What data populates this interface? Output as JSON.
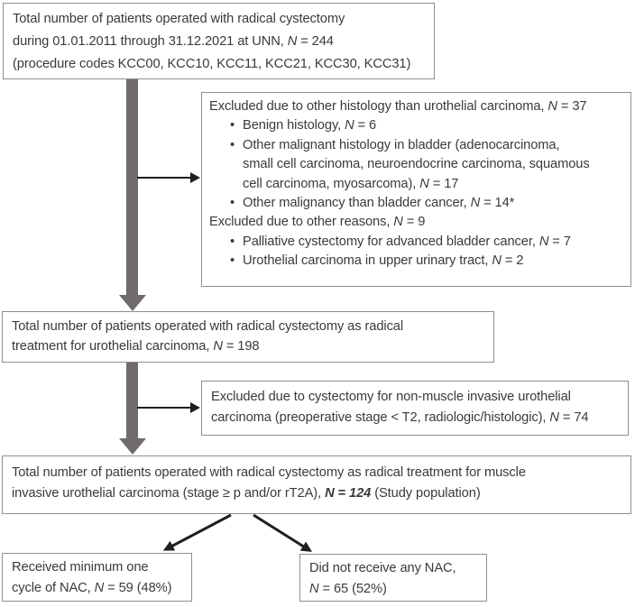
{
  "bullet_char": "•",
  "colors": {
    "box_border": "#8f8f8f",
    "text": "#3a3a3a",
    "arrow_gray": "#706c6c",
    "arrow_black": "#1f1f1f",
    "background": "#ffffff"
  },
  "boxes": {
    "total_operated": [
      {
        "t": "Total number of patients operated with radical cystectomy"
      },
      {
        "br": true
      },
      {
        "t": "during 01.01.2011 through 31.12.2021 at UNN, "
      },
      {
        "t": "N",
        "i": true
      },
      {
        "t": " = 244"
      },
      {
        "br": true
      },
      {
        "t": "(procedure codes KCC00, KCC10, KCC11, KCC21, KCC30, KCC31)"
      }
    ],
    "excl1_heading1": [
      {
        "t": "Excluded due to other histology than urothelial carcinoma, "
      },
      {
        "t": "N",
        "i": true
      },
      {
        "t": " = 37"
      }
    ],
    "excl1_bullet1": [
      {
        "t": "Benign histology, "
      },
      {
        "t": "N",
        "i": true
      },
      {
        "t": " = 6"
      }
    ],
    "excl1_bullet2": [
      {
        "t": "Other malignant histology in bladder (adenocarcinoma,"
      },
      {
        "br": true
      },
      {
        "t": "small cell carcinoma, neuroendocrine carcinoma, squamous"
      },
      {
        "br": true
      },
      {
        "t": "cell carcinoma, myosarcoma), "
      },
      {
        "t": "N",
        "i": true
      },
      {
        "t": " = 17"
      }
    ],
    "excl1_bullet3": [
      {
        "t": "Other malignancy than bladder cancer, "
      },
      {
        "t": "N",
        "i": true
      },
      {
        "t": " = 14*"
      }
    ],
    "excl1_heading2": [
      {
        "t": "Excluded due to other reasons, "
      },
      {
        "t": "N",
        "i": true
      },
      {
        "t": " = 9"
      }
    ],
    "excl1_bullet4": [
      {
        "t": "Palliative cystectomy for advanced bladder cancer, "
      },
      {
        "t": "N",
        "i": true
      },
      {
        "t": " = 7"
      }
    ],
    "excl1_bullet5": [
      {
        "t": "Urothelial carcinoma in upper urinary tract, "
      },
      {
        "t": "N",
        "i": true
      },
      {
        "t": " = 2"
      }
    ],
    "total_urothelial": [
      {
        "t": "Total number of patients operated with radical cystectomy as radical"
      },
      {
        "br": true
      },
      {
        "t": "treatment for urothelial carcinoma, "
      },
      {
        "t": "N",
        "i": true
      },
      {
        "t": " = 198"
      }
    ],
    "excl2": [
      {
        "t": "Excluded due to cystectomy for non-muscle invasive urothelial"
      },
      {
        "br": true
      },
      {
        "t": "carcinoma (preoperative stage < T2, radiologic/histologic), "
      },
      {
        "t": "N",
        "i": true
      },
      {
        "t": " = 74"
      }
    ],
    "study_population": [
      {
        "t": "Total number of patients operated with radical cystectomy as radical treatment for muscle"
      },
      {
        "br": true
      },
      {
        "t": "invasive urothelial carcinoma (stage ≥ p and/or rT2A), "
      },
      {
        "t": "N = 124",
        "i": true,
        "b": true
      },
      {
        "t": " (Study population)"
      }
    ],
    "received_nac": [
      {
        "t": "Received minimum one"
      },
      {
        "br": true
      },
      {
        "t": "cycle of NAC, "
      },
      {
        "t": "N",
        "i": true
      },
      {
        "t": " = 59 (48%)"
      }
    ],
    "no_nac": [
      {
        "t": "Did not receive any NAC,"
      },
      {
        "br": true
      },
      {
        "t": "N",
        "i": true
      },
      {
        "t": " = 65 (52%)"
      }
    ]
  }
}
